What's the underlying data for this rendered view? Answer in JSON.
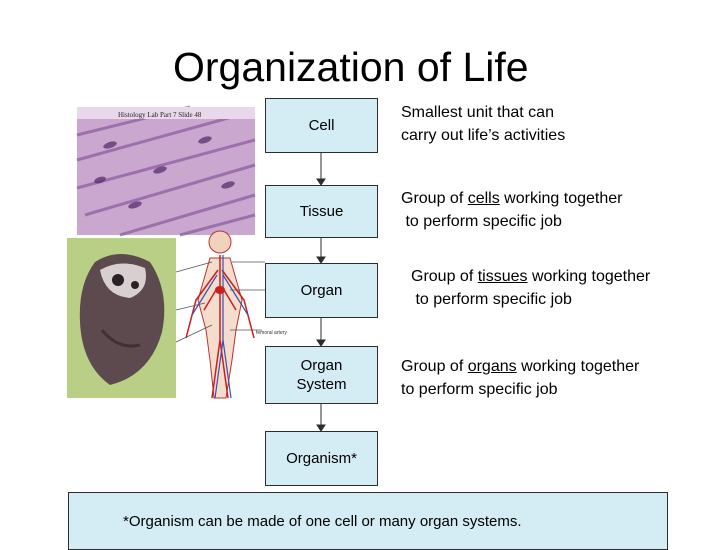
{
  "title": "Organization of Life",
  "levels": [
    {
      "label": "Cell"
    },
    {
      "label": "Tissue"
    },
    {
      "label": "Organ"
    },
    {
      "label": "Organ System",
      "line1": "Organ",
      "line2": "System"
    },
    {
      "label": "Organism*"
    }
  ],
  "descriptions": {
    "cell": {
      "line1": "Smallest unit that can",
      "line2": "carry out life’s activities"
    },
    "tissue": {
      "pre": "Group of ",
      "key": "cells",
      "post": " working together",
      "line2": " to perform specific job"
    },
    "organ": {
      "pre": "Group of ",
      "key": "tissues",
      "post": " working together",
      "line2": " to perform specific job"
    },
    "organ_system": {
      "pre": "Group of ",
      "key": "organs",
      "post": " working together",
      "line2": "to perform specific job"
    }
  },
  "image_caption": "Histology Lab Part 7 Slide 48",
  "image_labels": {
    "artery": "femoral artery"
  },
  "footnote": "*Organism can be made of one cell or many organ systems.",
  "colors": {
    "box_fill": "#d4ecf4",
    "border": "#2d2d2d",
    "artery": "#cc1f1f",
    "vein": "#3a4fb0"
  }
}
